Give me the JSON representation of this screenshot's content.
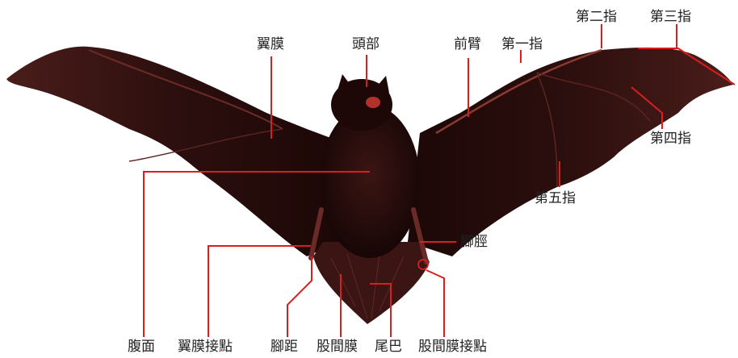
{
  "colors": {
    "background": "#ffffff",
    "label_text": "#222222",
    "leader_line": "#d81e1e",
    "bat_body": "#2a0e0d",
    "wing_membrane": "#3a1514"
  },
  "labels": {
    "wing_membrane": "翼膜",
    "head": "頭部",
    "forearm": "前臂",
    "first_finger": "第一指",
    "second_finger": "第二指",
    "third_finger": "第三指",
    "fourth_finger": "第四指",
    "fifth_finger": "第五指",
    "shin": "腳脛",
    "belly": "腹面",
    "wing_attachment": "翼膜接點",
    "calcar": "腳距",
    "tail_membrane": "股間膜",
    "tail": "尾巴",
    "tail_membrane_attachment": "股間膜接點"
  }
}
